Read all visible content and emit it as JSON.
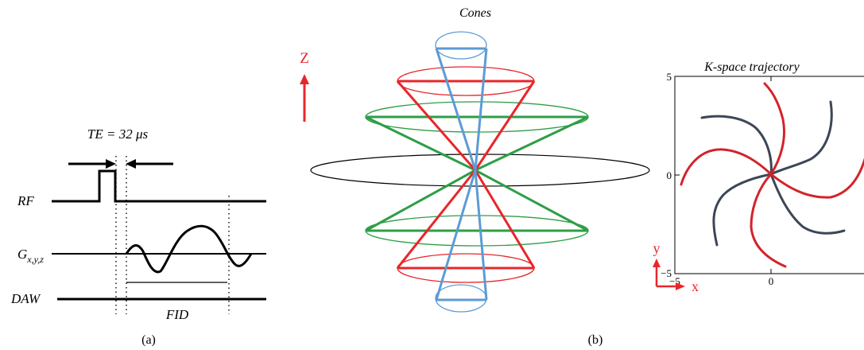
{
  "panel_a": {
    "te_label": "TE = 32 μs",
    "rf_label": "RF",
    "g_label_main": "G",
    "g_label_sub": "x,y,z",
    "daw_label": "DAW",
    "fid_label": "FID",
    "caption": "(a)"
  },
  "panel_b": {
    "title": "Cones",
    "axis_label": "Z",
    "caption": "(b)",
    "colors": {
      "red": "#e8262a",
      "green": "#2e9e47",
      "blue": "#5b9bd5",
      "black": "#000000"
    }
  },
  "panel_c": {
    "title": "K-space trajectory",
    "y_tick_top": "5",
    "y_tick_mid": "0",
    "y_tick_bottom": "−5",
    "x_tick_left": "−5",
    "x_tick_mid": "0",
    "x_axis_label": "x",
    "y_axis_label": "y",
    "colors": {
      "red": "#d3232a",
      "dark": "#3c4656",
      "axis_arrow": "#e8262a"
    }
  }
}
